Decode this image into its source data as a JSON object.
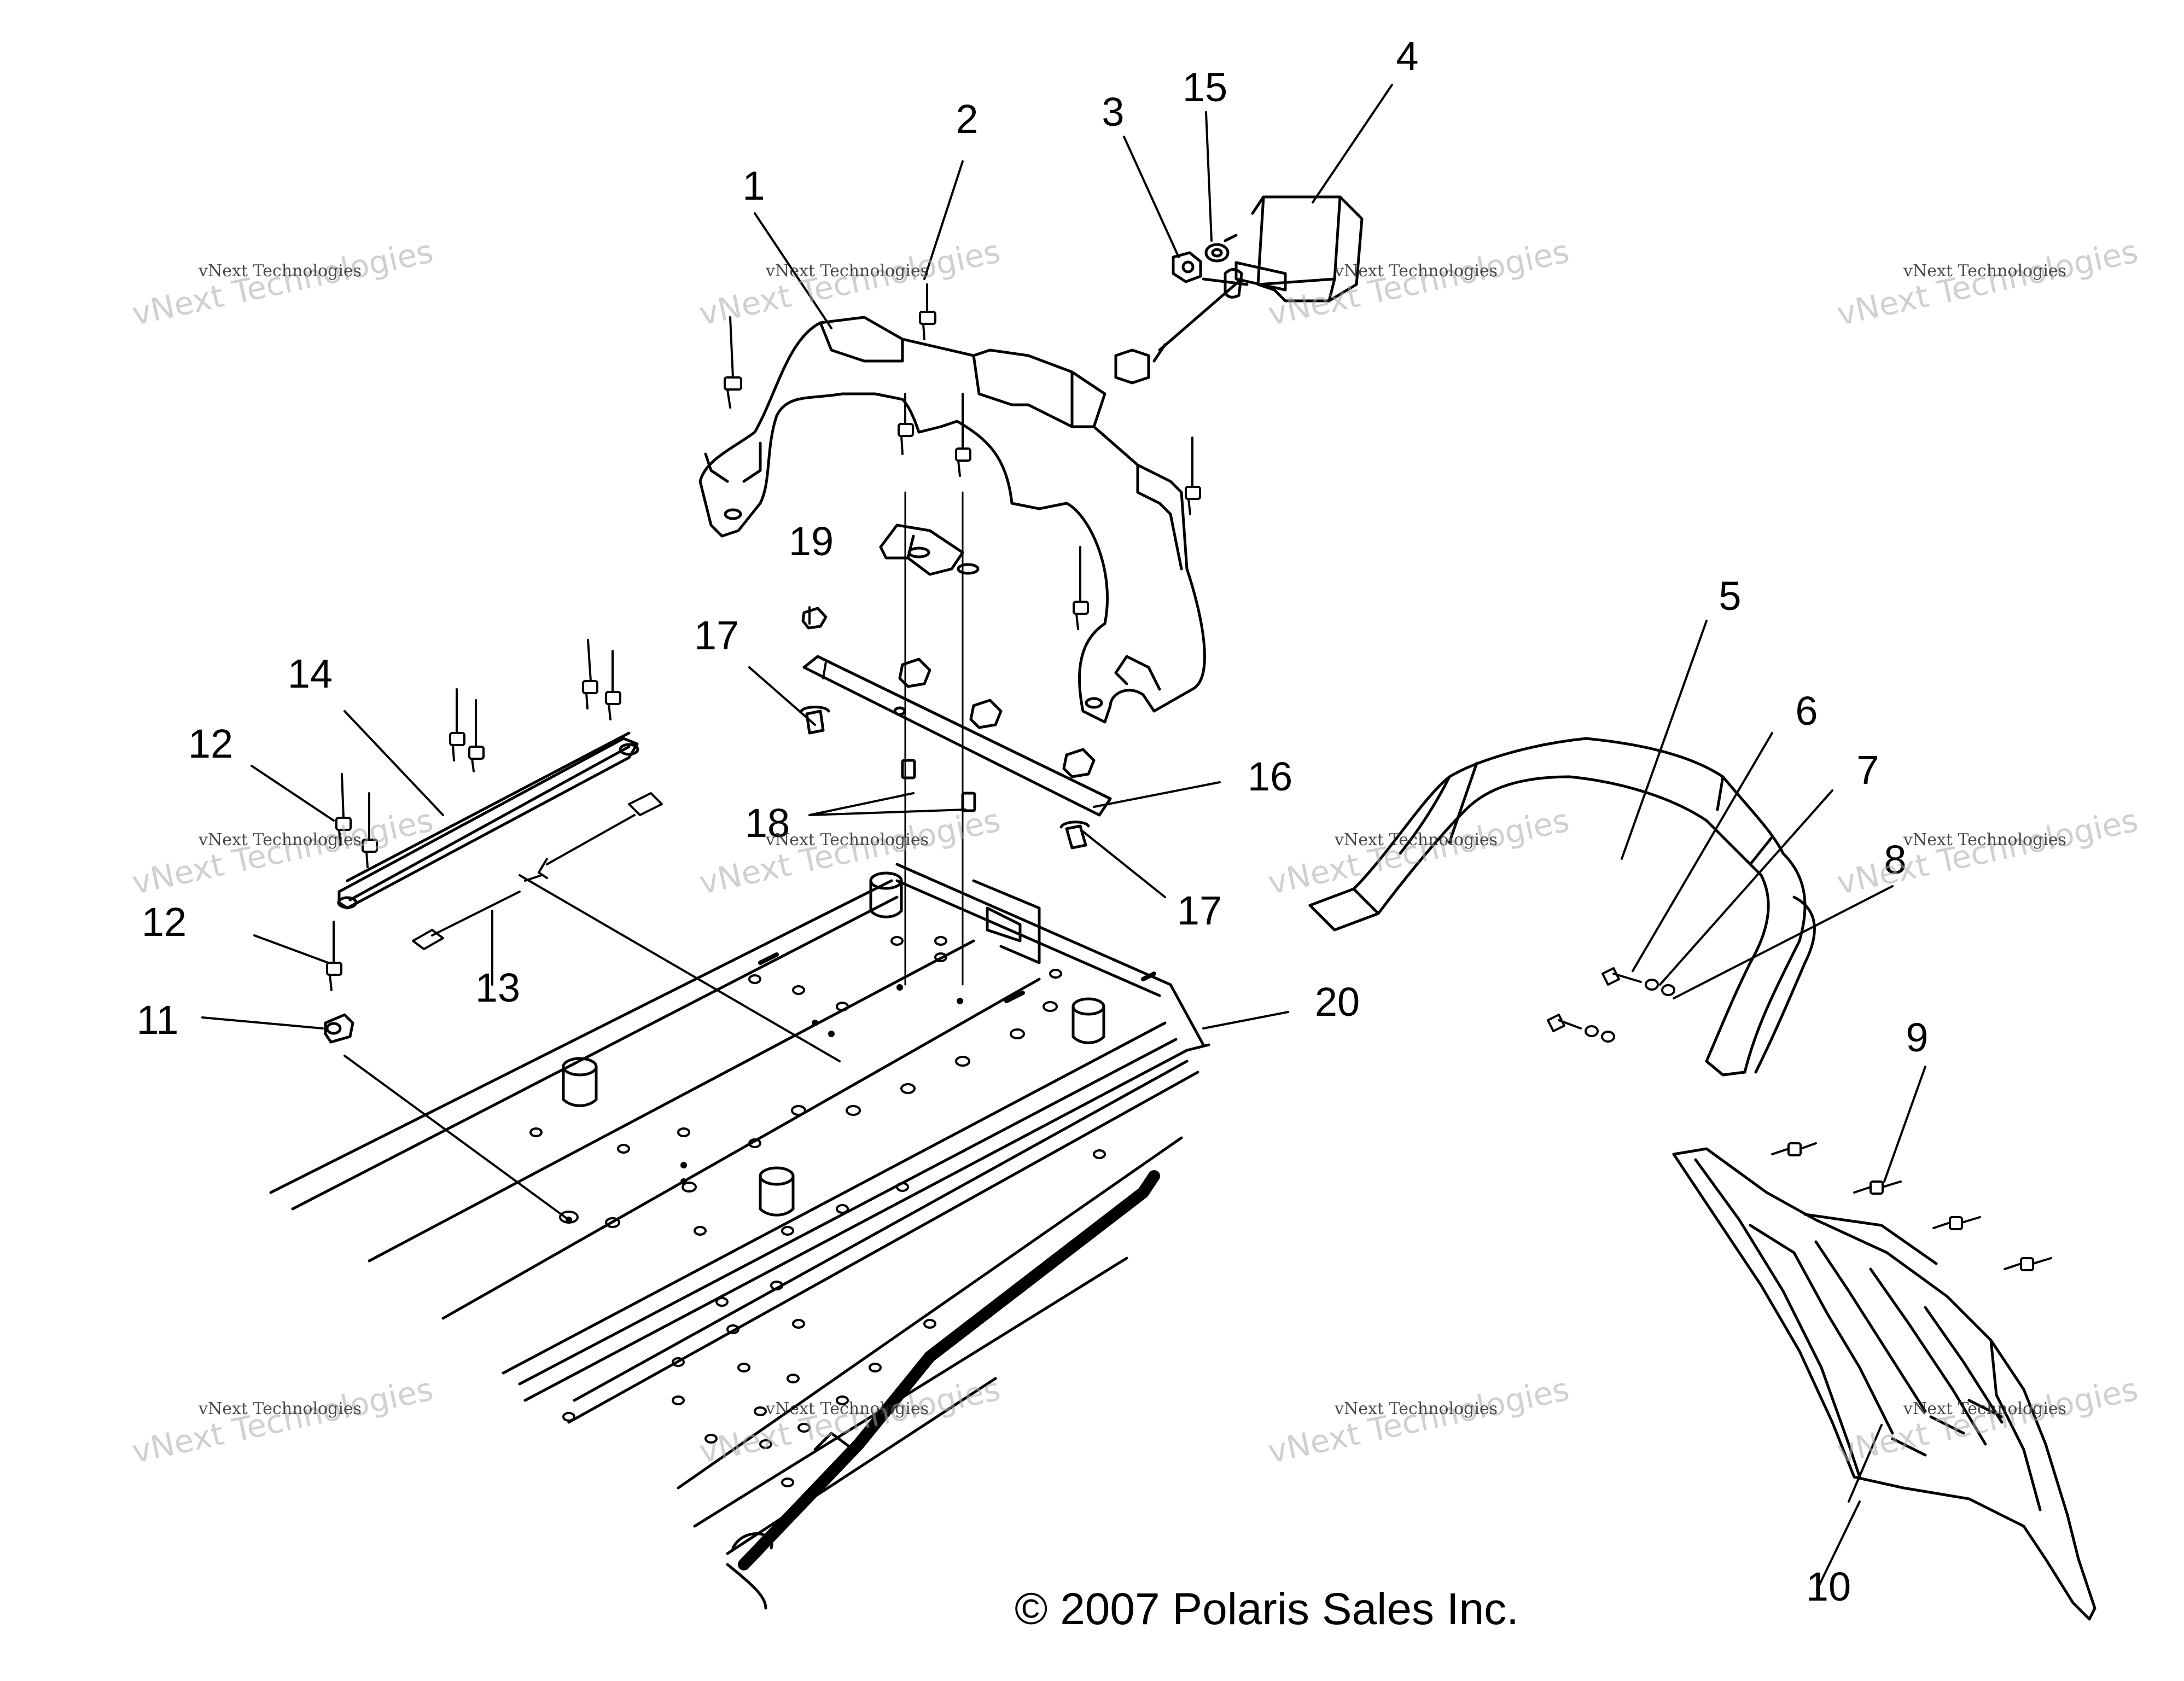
{
  "callouts": [
    "1",
    "2",
    "3",
    "4",
    "5",
    "6",
    "7",
    "8",
    "9",
    "10",
    "11",
    "12",
    "12",
    "13",
    "14",
    "15",
    "16",
    "17",
    "17",
    "18",
    "19",
    "20"
  ],
  "watermark": {
    "large": "vNext Technologies",
    "small": "vNext Technologies"
  },
  "copyright": "© 2007 Polaris Sales Inc."
}
